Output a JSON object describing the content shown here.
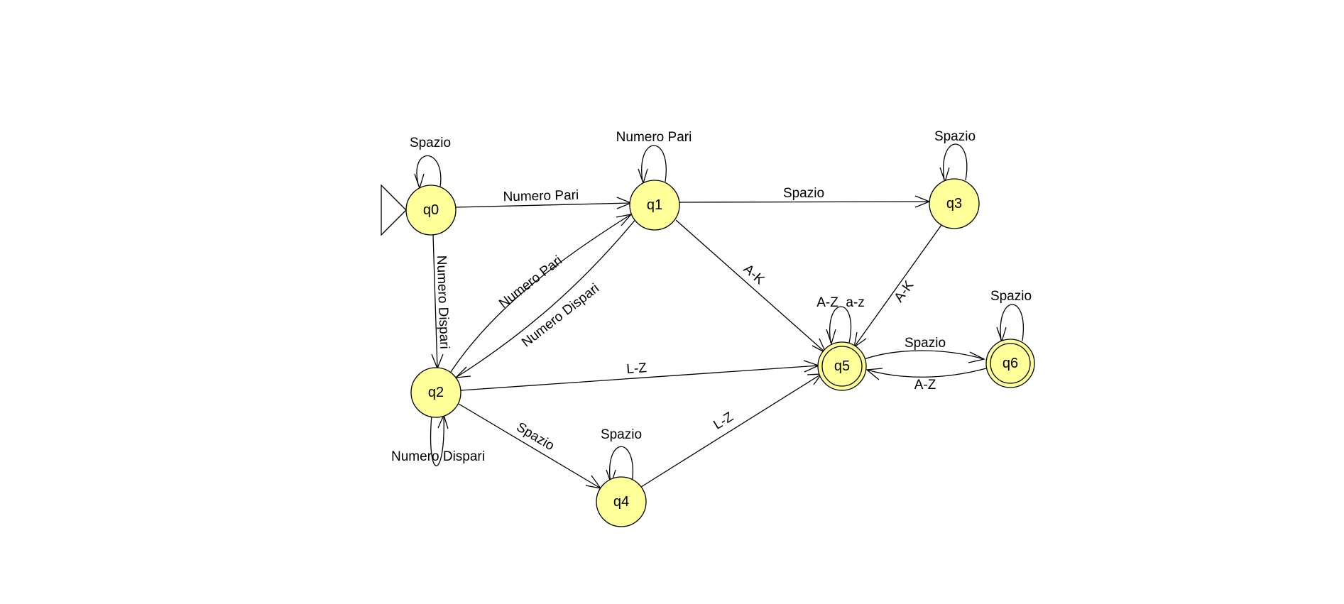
{
  "colors": {
    "state_fill": "#ffff99",
    "stroke": "#000000",
    "background": "#ffffff"
  },
  "initial_state": "q0",
  "states": [
    {
      "id": "q0",
      "label": "q0",
      "accepting": false
    },
    {
      "id": "q1",
      "label": "q1",
      "accepting": false
    },
    {
      "id": "q2",
      "label": "q2",
      "accepting": false
    },
    {
      "id": "q3",
      "label": "q3",
      "accepting": false
    },
    {
      "id": "q4",
      "label": "q4",
      "accepting": false
    },
    {
      "id": "q5",
      "label": "q5",
      "accepting": true
    },
    {
      "id": "q6",
      "label": "q6",
      "accepting": true
    }
  ],
  "transitions": [
    {
      "from": "q0",
      "to": "q0",
      "label": "Spazio"
    },
    {
      "from": "q0",
      "to": "q1",
      "label": "Numero Pari"
    },
    {
      "from": "q0",
      "to": "q2",
      "label": "Numero Dispari"
    },
    {
      "from": "q1",
      "to": "q1",
      "label": "Numero Pari"
    },
    {
      "from": "q1",
      "to": "q3",
      "label": "Spazio"
    },
    {
      "from": "q1",
      "to": "q5",
      "label": "A-K"
    },
    {
      "from": "q1",
      "to": "q2",
      "label": "Numero Dispari"
    },
    {
      "from": "q2",
      "to": "q1",
      "label": "Numero Pari"
    },
    {
      "from": "q2",
      "to": "q2",
      "label": "Numero Dispari"
    },
    {
      "from": "q2",
      "to": "q5",
      "label": "L-Z"
    },
    {
      "from": "q2",
      "to": "q4",
      "label": "Spazio"
    },
    {
      "from": "q3",
      "to": "q3",
      "label": "Spazio"
    },
    {
      "from": "q3",
      "to": "q5",
      "label": "A-K"
    },
    {
      "from": "q4",
      "to": "q4",
      "label": "Spazio"
    },
    {
      "from": "q4",
      "to": "q5",
      "label": "L-Z"
    },
    {
      "from": "q5",
      "to": "q5",
      "label": "A-Z  a-z"
    },
    {
      "from": "q5",
      "to": "q6",
      "label": "Spazio"
    },
    {
      "from": "q6",
      "to": "q6",
      "label": "Spazio"
    },
    {
      "from": "q6",
      "to": "q5",
      "label": "A-Z"
    }
  ]
}
